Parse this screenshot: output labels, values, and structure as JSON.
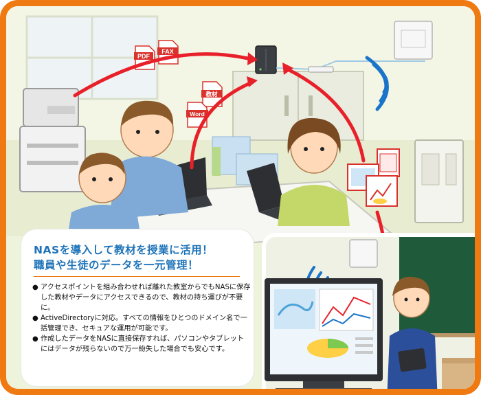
{
  "doc_labels": {
    "pdf": "PDF",
    "fax": "FAX",
    "kyozai": "教材",
    "word": "Word"
  },
  "caption": {
    "headline_line1": "NASを導入して教材を授業に活用！",
    "headline_line2": "職員や生徒のデータを一元管理！",
    "bullets": [
      "アクセスポイントを組み合わせれば離れた教室からでもNASに保存した教材やデータにアクセスできるので、教材の持ち運びが不要に。",
      "ActiveDirectoryに対応。すべての情報をひとつのドメイン名で一括管理でき、セキュアな運用が可能です。",
      "作成したデータをNASに直接保存すれば、パソコンやタブレットにはデータが残らないので万一紛失した場合でも安心です。"
    ]
  },
  "colors": {
    "frame": "#f07a12",
    "headline": "#1e73b8",
    "arrow": "#e8202a",
    "wifi": "#1a74c9"
  }
}
